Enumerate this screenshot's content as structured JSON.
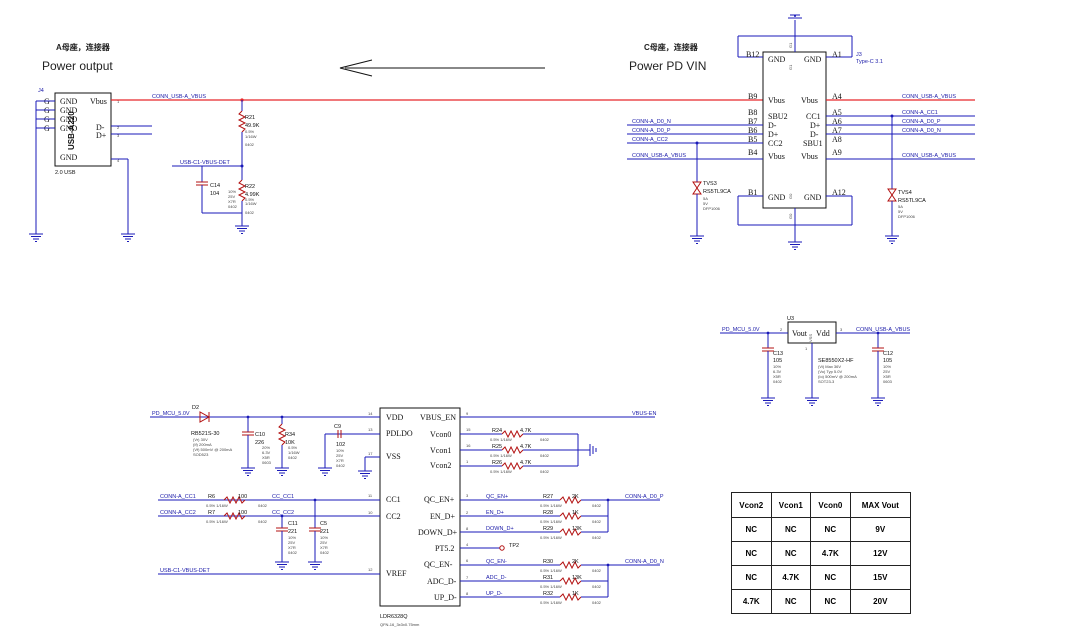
{
  "labels": {
    "a_conn": "A母座，连接器",
    "power_output": "Power output",
    "c_conn": "C母座，连接器",
    "power_pd_vin": "Power PD VIN"
  },
  "j4": {
    "ref": "J4",
    "name": "USB-A220",
    "note": "2.0 USB",
    "pin_gnd": "G",
    "gnd": "GND",
    "vbus": "Vbus",
    "dm": "D-",
    "dp": "D+",
    "pins": [
      "1",
      "2",
      "3",
      "4"
    ]
  },
  "j3": {
    "ref": "J3",
    "name": "Type-C 3.1",
    "left_pins": [
      "B12",
      "B9",
      "B8",
      "B7",
      "B6",
      "B5",
      "B4",
      "B1"
    ],
    "right_pins": [
      "A1",
      "A4",
      "A5",
      "A6",
      "A7",
      "A8",
      "A9",
      "A12"
    ],
    "left_names": [
      "GND",
      "Vbus",
      "SBU2",
      "D-",
      "D+",
      "CC2",
      "Vbus",
      "GND"
    ],
    "right_names": [
      "GND",
      "Vbus",
      "CC1",
      "D+",
      "D-",
      "SBU1",
      "Vbus",
      "GND"
    ],
    "g1": "G1",
    "g0": "G0"
  },
  "nets": {
    "usb_a_vbus": "CONN_USB-A_VBUS",
    "conn_d0n": "CONN-A_D0_N",
    "conn_d0p": "CONN-A_D0_P",
    "conn_cc2": "CONN-A_CC2",
    "conn_cc1": "CONN-A_CC1",
    "c1_vbus_det": "USB-C1-VBUS-DET",
    "pd_mcu": "PD_MCU_5.0V",
    "vbus_en": "VBUS-EN",
    "cc1": "CC_CC1",
    "cc2": "CC_CC2",
    "qc_ep": "QC_EN+",
    "en_dp": "EN_D+",
    "down_dp": "DOWN_D+",
    "qc_em": "QC_EN-",
    "adc_dm": "ADC_D-",
    "up_dm": "UP_D-"
  },
  "parts": {
    "r21": {
      "ref": "R21",
      "val": "49.9K",
      "spec": [
        "0.5%",
        "1/16W",
        "0402"
      ]
    },
    "r22": {
      "ref": "R22",
      "val": "4.99K",
      "spec": [
        "0.5%",
        "1/16W",
        "0402"
      ]
    },
    "c14": {
      "ref": "C14",
      "val": "104",
      "spec": [
        "10%",
        "25V",
        "X7R",
        "0402"
      ]
    },
    "tvs3": {
      "ref": "TVS3",
      "val": "RS5TL9CA",
      "spec": [
        "5A",
        "5V",
        "DFP1006"
      ]
    },
    "tvs4": {
      "ref": "TVS4",
      "val": "RS5TL9CA",
      "spec": [
        "5A",
        "5V",
        "DFP1006"
      ]
    },
    "d2": {
      "ref": "D2",
      "val": "RB521S-30",
      "spec": [
        "(Vr) 30V",
        "(If) 200mA",
        "(Vf) 500mV @ 200mA",
        "SOD523"
      ]
    },
    "c10": {
      "ref": "C10",
      "val": "226",
      "spec": [
        "20%",
        "6.3V",
        "X5R",
        "0603"
      ]
    },
    "r34": {
      "ref": "R34",
      "val": "10K",
      "spec": [
        "0.5%",
        "1/16W",
        "0402"
      ]
    },
    "c9": {
      "ref": "C9",
      "val": "102",
      "spec": [
        "10%",
        "25V",
        "X7R",
        "0402"
      ]
    },
    "r6": {
      "ref": "R6",
      "val": "100",
      "spec": [
        "0.5% 1/16W",
        "0402"
      ]
    },
    "r7": {
      "ref": "R7",
      "val": "100",
      "spec": [
        "0.5% 1/16W",
        "0402"
      ]
    },
    "c11": {
      "ref": "C11",
      "val": "221",
      "spec": [
        "10%",
        "25V",
        "X7R",
        "0402"
      ]
    },
    "c5": {
      "ref": "C5",
      "val": "221",
      "spec": [
        "10%",
        "25V",
        "X7R",
        "0402"
      ]
    },
    "r24": {
      "ref": "R24",
      "val": "4.7K"
    },
    "r25": {
      "ref": "R25",
      "val": "4.7K"
    },
    "r26": {
      "ref": "R26",
      "val": "4.7K"
    },
    "r27": {
      "ref": "R27",
      "val": "2K"
    },
    "r28": {
      "ref": "R28",
      "val": "1K"
    },
    "r29": {
      "ref": "R29",
      "val": "13K"
    },
    "r30": {
      "ref": "R30",
      "val": "2K"
    },
    "r31": {
      "ref": "R31",
      "val": "13K"
    },
    "r32": {
      "ref": "R32",
      "val": "1K"
    },
    "res_spec": "0.5% 1/16W",
    "res_pkg": "0402",
    "c13": {
      "ref": "C13",
      "val": "105",
      "spec": [
        "10%",
        "6.3V",
        "X5R",
        "0402"
      ]
    },
    "c12": {
      "ref": "C12",
      "val": "105",
      "spec": [
        "10%",
        "25V",
        "X5R",
        "0603"
      ]
    },
    "u3": {
      "ref": "U3",
      "val": "SE8550X2-HF",
      "vout": "Vout",
      "vdd": "Vdd",
      "vss": "VSS",
      "pins": [
        "2",
        "3",
        "1"
      ],
      "spec": [
        "(Vi) Max 36V",
        "(Vo) Typ 5.0V",
        "(Io) 500mV @ 200mA",
        "SOT23-3"
      ]
    }
  },
  "u_main": {
    "ref": "LDR6328Q",
    "pkg": "QFN-16_3x3x0.75mm",
    "left_names": [
      "VDD",
      "PDLDO",
      "VSS",
      "CC1",
      "CC2",
      "VREF"
    ],
    "left_pins": [
      "14",
      "13",
      "17",
      "11",
      "10",
      "12"
    ],
    "right_names": [
      "VBUS_EN",
      "Vcon0",
      "Vcon1",
      "Vcon2",
      "QC_EN+",
      "EN_D+",
      "DOWN_D+",
      "PT5.2",
      "QC_EN-",
      "ADC_D-",
      "UP_D-"
    ],
    "right_pins": [
      "9",
      "15",
      "16",
      "1",
      "3",
      "2",
      "8",
      "4",
      "6",
      "7",
      "8"
    ],
    "tp2": "TP2"
  },
  "table": {
    "headers": [
      "Vcon2",
      "Vcon1",
      "Vcon0",
      "MAX Vout"
    ],
    "rows": [
      [
        "NC",
        "NC",
        "NC",
        "9V"
      ],
      [
        "NC",
        "NC",
        "4.7K",
        "12V"
      ],
      [
        "NC",
        "4.7K",
        "NC",
        "15V"
      ],
      [
        "4.7K",
        "NC",
        "NC",
        "20V"
      ]
    ]
  },
  "colors": {
    "wire": "#1a1ab8",
    "vbus": "#e8272b",
    "part": "#b31212",
    "ink": "#111111"
  }
}
